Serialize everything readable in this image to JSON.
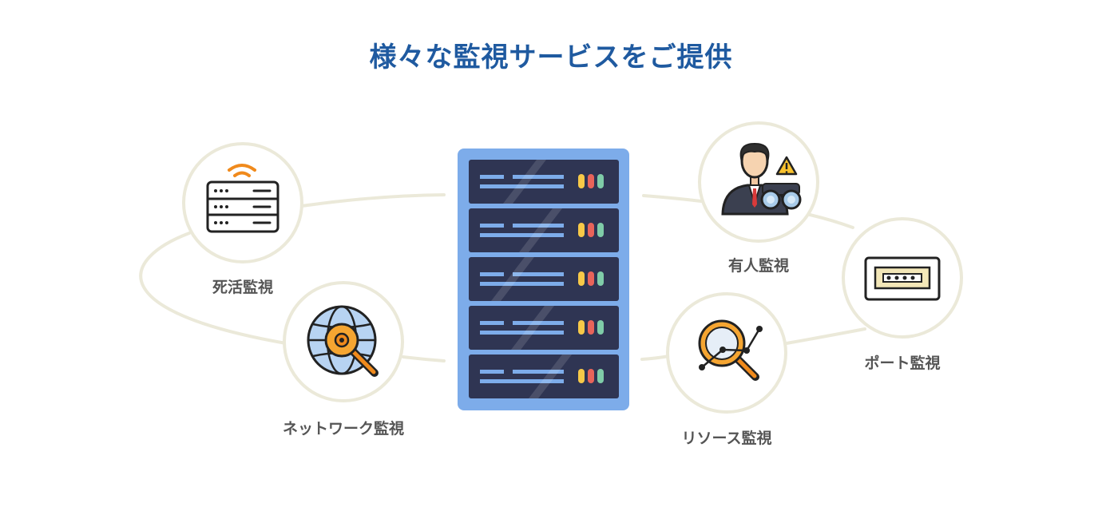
{
  "title": "様々な監視サービスをご提供",
  "services": {
    "alive": {
      "label": "死活監視",
      "icon": "router-wifi-icon"
    },
    "network": {
      "label": "ネットワーク監視",
      "icon": "globe-gear-magnifier-icon"
    },
    "manned": {
      "label": "有人監視",
      "icon": "operator-binoculars-warning-icon"
    },
    "port": {
      "label": "ポート監視",
      "icon": "ethernet-port-icon"
    },
    "resource": {
      "label": "リソース監視",
      "icon": "magnifier-chart-icon"
    }
  },
  "center": {
    "icon": "server-rack-icon"
  },
  "colors": {
    "title": "#1f5aa0",
    "ring": "#ebe9d9",
    "rack_frame": "#7dacea",
    "rack_unit": "#2f3553",
    "caption": "#555555"
  }
}
